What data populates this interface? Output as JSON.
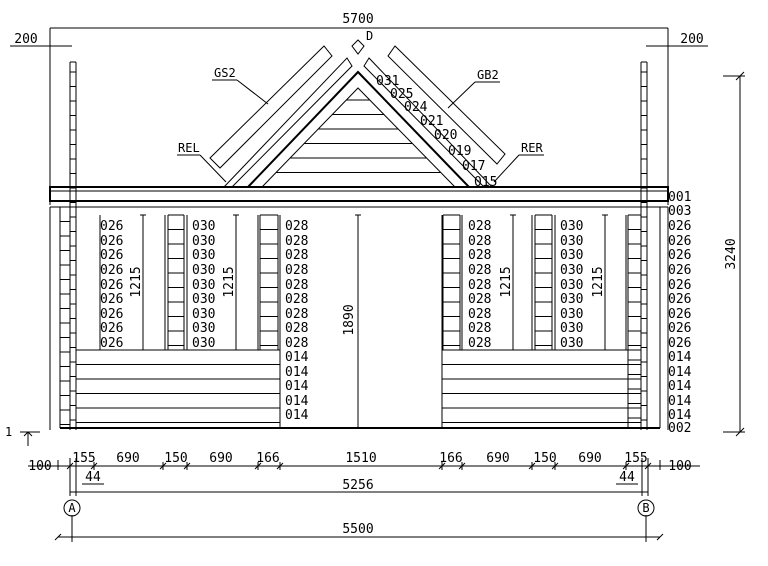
{
  "dims": {
    "total_top": "5700",
    "overhang_left": "200",
    "overhang_right": "200",
    "height_total": "3240",
    "window_height": "1215",
    "door_height": "1890",
    "bottom_segments": [
      "155",
      "690",
      "150",
      "690",
      "166",
      "1510",
      "166",
      "690",
      "150",
      "690",
      "155"
    ],
    "side_left": "100",
    "side_right": "100",
    "inner_left": "44",
    "inner_right": "44",
    "inner_span": "5256",
    "axis_span": "5500"
  },
  "gable_labels": [
    "031",
    "025",
    "024",
    "021",
    "020",
    "019",
    "017",
    "015"
  ],
  "part_labels": {
    "left_board": "GS2",
    "right_board": "GB2",
    "left_rafter": "REL",
    "right_rafter": "RER",
    "ridge": "D"
  },
  "columns": {
    "col1": [
      "026",
      "026",
      "026",
      "026",
      "026",
      "026",
      "026",
      "026",
      "026"
    ],
    "col2": [
      "030",
      "030",
      "030",
      "030",
      "030",
      "030",
      "030",
      "030",
      "030"
    ],
    "col3": [
      "028",
      "028",
      "028",
      "028",
      "028",
      "028",
      "028",
      "028",
      "028",
      "014",
      "014",
      "014",
      "014",
      "014"
    ],
    "col4": [
      "028",
      "028",
      "028",
      "028",
      "028",
      "028",
      "028",
      "028",
      "028"
    ],
    "col5": [
      "030",
      "030",
      "030",
      "030",
      "030",
      "030",
      "030",
      "030",
      "030"
    ],
    "col6": [
      "001",
      "003",
      "026",
      "026",
      "026",
      "026",
      "026",
      "026",
      "026",
      "026",
      "026",
      "014",
      "014",
      "014",
      "014",
      "014",
      "002"
    ]
  },
  "axes": {
    "left": "A",
    "right": "B"
  },
  "level_mark": "1"
}
